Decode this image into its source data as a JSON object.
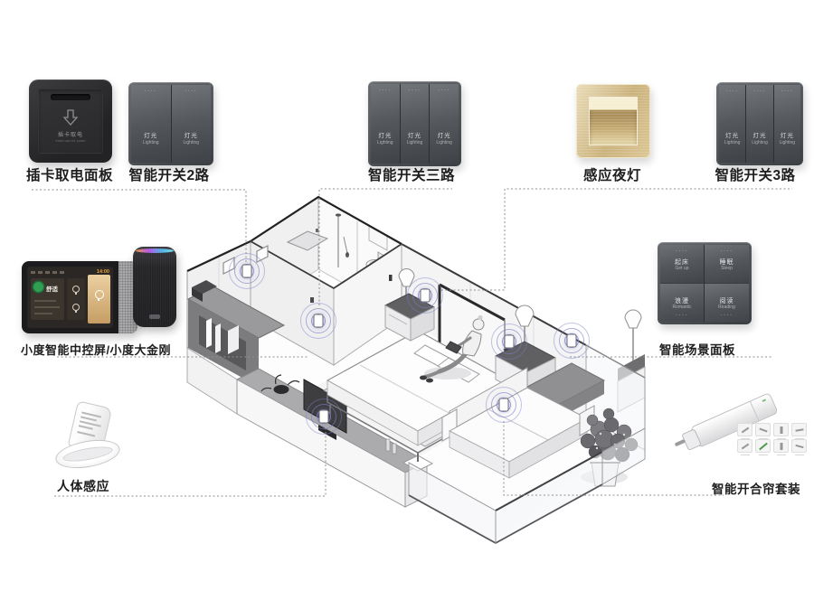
{
  "diagram_title": "smart-hotel-room-solution",
  "colors": {
    "wifi_accent": "#7a7ec7",
    "switch_body": "#54585c",
    "night_light_gold": "#d3ba85",
    "label_text": "#1e1e1e"
  },
  "devices": {
    "card_panel": {
      "label": "插卡取电面板",
      "face_zh": "插卡取电",
      "face_en": "Insert card for power"
    },
    "switch2": {
      "label": "智能开关2路",
      "dots": "····",
      "buttons": [
        {
          "zh": "灯光",
          "en": "Lighting"
        },
        {
          "zh": "灯光",
          "en": "Lighting"
        }
      ]
    },
    "switch3a": {
      "label": "智能开关三路",
      "dots": "····",
      "buttons": [
        {
          "zh": "灯光",
          "en": "Lighting"
        },
        {
          "zh": "灯光",
          "en": "Lighting"
        },
        {
          "zh": "灯光",
          "en": "Lighting"
        }
      ]
    },
    "night_light": {
      "label": "感应夜灯"
    },
    "switch3b": {
      "label": "智能开关3路",
      "dots": "····",
      "buttons": [
        {
          "zh": "灯光",
          "en": "Lighting"
        },
        {
          "zh": "灯光",
          "en": "Lighting"
        },
        {
          "zh": "灯光",
          "en": "Lighting"
        }
      ]
    },
    "xiaodu": {
      "label": "小度智能中控屏/小度大金刚",
      "screen_time": "14:00",
      "screen_mode": "舒适"
    },
    "scene_panel": {
      "label": "智能场景面板",
      "dots": "····",
      "buttons": [
        {
          "zh": "起床",
          "en": "Get up"
        },
        {
          "zh": "睡眠",
          "en": "Sleep"
        },
        {
          "zh": "浪漫",
          "en": "Romantic"
        },
        {
          "zh": "阅读",
          "en": "Reading"
        }
      ]
    },
    "body_sensor": {
      "label": "人体感应"
    },
    "curtain_kit": {
      "label": "智能开合帘套装"
    }
  }
}
